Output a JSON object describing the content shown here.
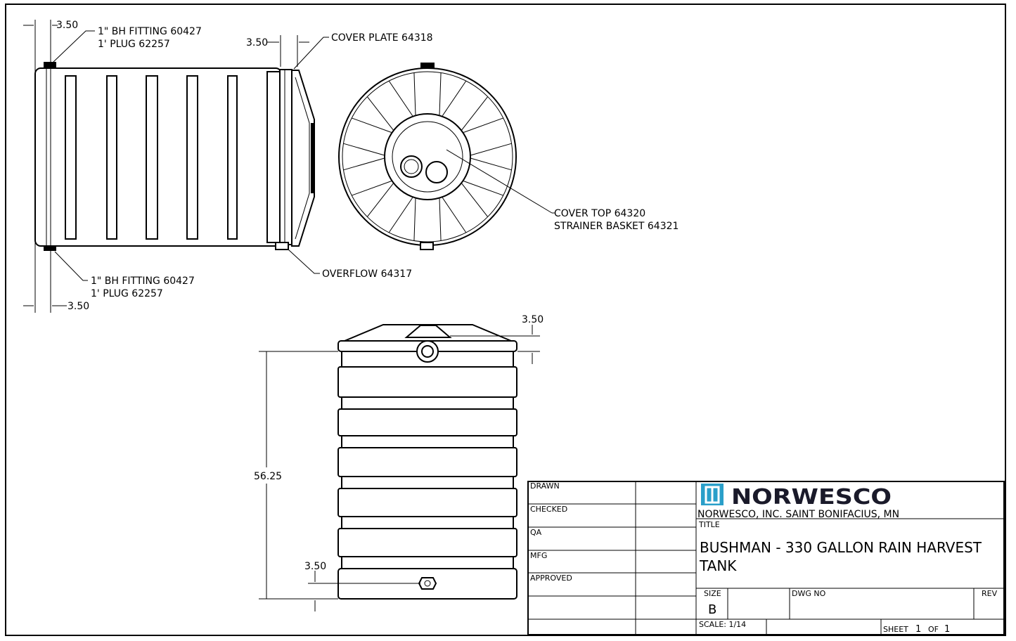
{
  "side_view": {
    "dim_top": "3.50",
    "dim_bottom": "3.50",
    "dim_cover": "3.50",
    "callout_top_line1": "1\" BH FITTING 60427",
    "callout_top_line2": "1' PLUG 62257",
    "callout_bottom_line1": "1\" BH FITTING 60427",
    "callout_bottom_line2": "1' PLUG 62257",
    "callout_cover_plate": "COVER PLATE 64318",
    "callout_overflow": "OVERFLOW 64317"
  },
  "top_view": {
    "callout_line1": "COVER TOP 64320",
    "callout_line2": "STRAINER BASKET 64321"
  },
  "front_view": {
    "dim_height": "56.25",
    "dim_top": "3.50",
    "dim_bottom": "3.50"
  },
  "title_block": {
    "rows": [
      "DRAWN",
      "CHECKED",
      "QA",
      "MFG",
      "APPROVED"
    ],
    "logo_text": "NORWESCO",
    "company": "NORWESCO, INC.  SAINT BONIFACIUS, MN",
    "title_label": "TITLE",
    "title_line1": "BUSHMAN - 330 GALLON RAIN HARVEST",
    "title_line2": "TANK",
    "size_label": "SIZE",
    "size_value": "B",
    "dwg_no_label": "DWG NO",
    "rev_label": "REV",
    "scale": "SCALE: 1/14",
    "sheet_label": "SHEET",
    "sheet_num": "1",
    "of_label": "OF",
    "sheet_total": "1",
    "logo_color": "#2a9fc9"
  }
}
